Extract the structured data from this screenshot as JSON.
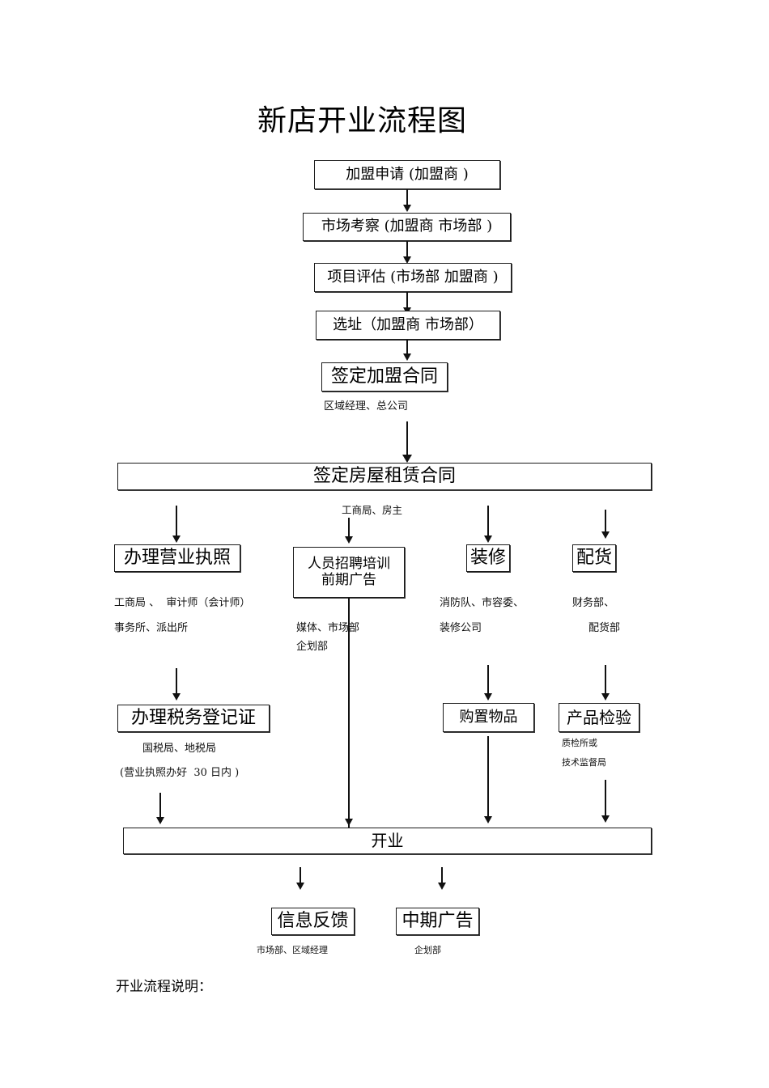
{
  "document": {
    "title": "新店开业流程图",
    "footnote": "开业流程说明："
  },
  "nodes": {
    "apply": {
      "label": "加盟申请 (加盟商 )"
    },
    "market_study": {
      "label": "市场考察 (加盟商  市场部 )"
    },
    "evaluation": {
      "label": "项目评估 (市场部  加盟商 )"
    },
    "site": {
      "label": "选址（加盟商  市场部）"
    },
    "franchise_contract": {
      "label": "签定加盟合同"
    },
    "lease_contract": {
      "label": "签定房屋租赁合同"
    },
    "business_license": {
      "label": "办理营业执照"
    },
    "recruit_training": {
      "line1": "人员招聘培训",
      "line2": "前期广告"
    },
    "decoration": {
      "label": "装修"
    },
    "stocking": {
      "label": "配货"
    },
    "tax_registration": {
      "label": "办理税务登记证"
    },
    "purchase_goods": {
      "label": "购置物品"
    },
    "product_inspection": {
      "label": "产品检验"
    },
    "opening": {
      "label": "开业"
    },
    "feedback": {
      "label": "信息反馈"
    },
    "mid_term_ad": {
      "label": "中期广告"
    }
  },
  "captions": {
    "franchise_contract": "区域经理、总公司",
    "lease_contract": "工商局、房主",
    "business_license_l1": "工商局 、  审计师（会计师）",
    "business_license_l2": "事务所、派出所",
    "recruit_l1": "媒体、市场部",
    "recruit_l2": "企划部",
    "decoration_l1": "消防队、市容委、",
    "decoration_l2": "装修公司",
    "stocking_l1": "财务部、",
    "stocking_l2": "配货部",
    "tax_l1": "国税局、地税局",
    "tax_l2": "(营业执照办好  30 日内 )",
    "inspection_l1": "质检所或",
    "inspection_l2": "技术监督局",
    "feedback_caption": "市场部、区域经理",
    "mid_term_ad_caption": "企划部"
  },
  "colors": {
    "ink": "#000000",
    "line": "#111111",
    "border": "#1a1a1a",
    "background": "#ffffff"
  }
}
